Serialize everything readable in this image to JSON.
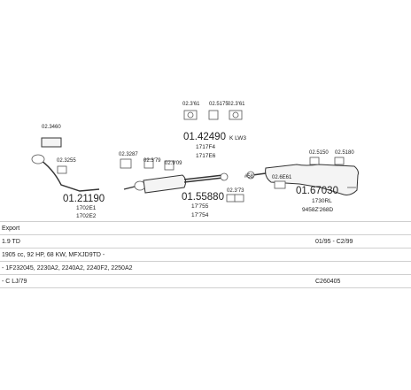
{
  "labels": {
    "rear_part_no": "01.42490",
    "rear_sub1": "1717F4",
    "rear_sub2": "1717E6",
    "rear_suffix": "K LW3",
    "front_part_no": "01.21190",
    "front_sub1": "1702E1",
    "front_sub2": "1702E2",
    "mid_part_no": "01.55880",
    "mid_sub1": "17'755",
    "mid_sub2": "17'754",
    "tail_part_no": "01.67030",
    "tail_sub1": "1730RL",
    "tail_sub2": "9458Z'268D",
    "dim": "#58"
  },
  "refs": {
    "r1": "02.3'61",
    "r2": "02.5175",
    "r3": "02.3'61",
    "r4": "02.3460",
    "r5": "02.3255",
    "r6": "02.3287",
    "r7": "02.3'79",
    "r8": "02.9'09",
    "r9": "02.3'73",
    "r10": "02.5150",
    "r11": "02.6E61",
    "r12": "02.5180"
  },
  "info": {
    "row1_left": "Export",
    "row2_left": "1.9 TD",
    "row2_right": "01/95 - C2/99",
    "row3_left": "1905 cc, 92 HP, 68 KW, MFXJD9TD -",
    "row4_left": "- 1F232045, 2230A2, 2240A2, 2240F2, 2250A2",
    "row5_left": "- C LJ/79",
    "row5_right": "C260405"
  }
}
